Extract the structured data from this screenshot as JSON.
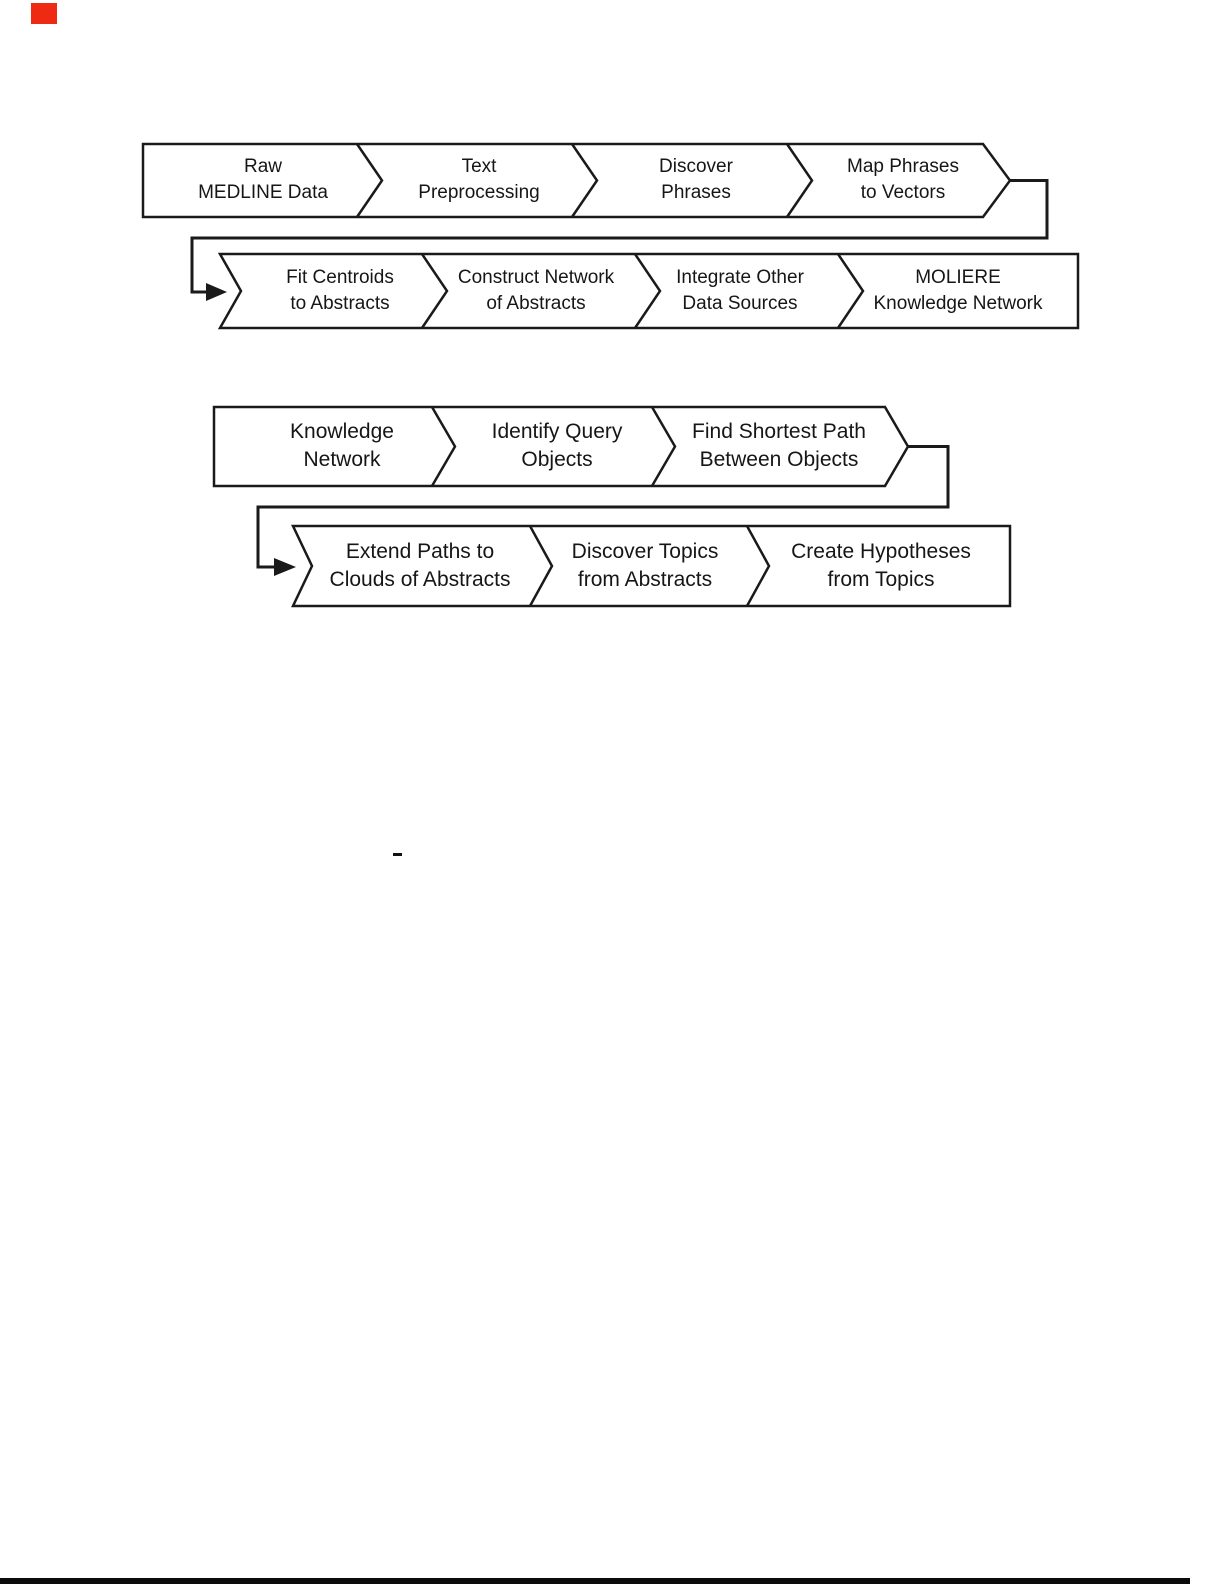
{
  "colors": {
    "line": "#1a1a1a",
    "text": "#161616",
    "fill": "#ffffff",
    "marker": "#ee2a13",
    "footer": "#0b0b0b",
    "dash": "#111111"
  },
  "figure1": {
    "row1": {
      "segments": [
        {
          "label": "Raw\nMEDLINE Data"
        },
        {
          "label": "Text\nPreprocessing"
        },
        {
          "label": "Discover\nPhrases"
        },
        {
          "label": "Map Phrases\nto Vectors"
        }
      ]
    },
    "row2": {
      "segments": [
        {
          "label": "Fit Centroids\nto Abstracts"
        },
        {
          "label": "Construct Network\nof Abstracts"
        },
        {
          "label": "Integrate Other\nData Sources"
        },
        {
          "label": "MOLIERE\nKnowledge Network"
        }
      ]
    }
  },
  "figure2": {
    "row1": {
      "segments": [
        {
          "label": "Knowledge\nNetwork"
        },
        {
          "label": "Identify Query\nObjects"
        },
        {
          "label": "Find Shortest Path\nBetween Objects"
        }
      ]
    },
    "row2": {
      "segments": [
        {
          "label": "Extend Paths to\nClouds of Abstracts"
        },
        {
          "label": "Discover Topics\nfrom Abstracts"
        },
        {
          "label": "Create Hypotheses\nfrom Topics"
        }
      ]
    }
  }
}
